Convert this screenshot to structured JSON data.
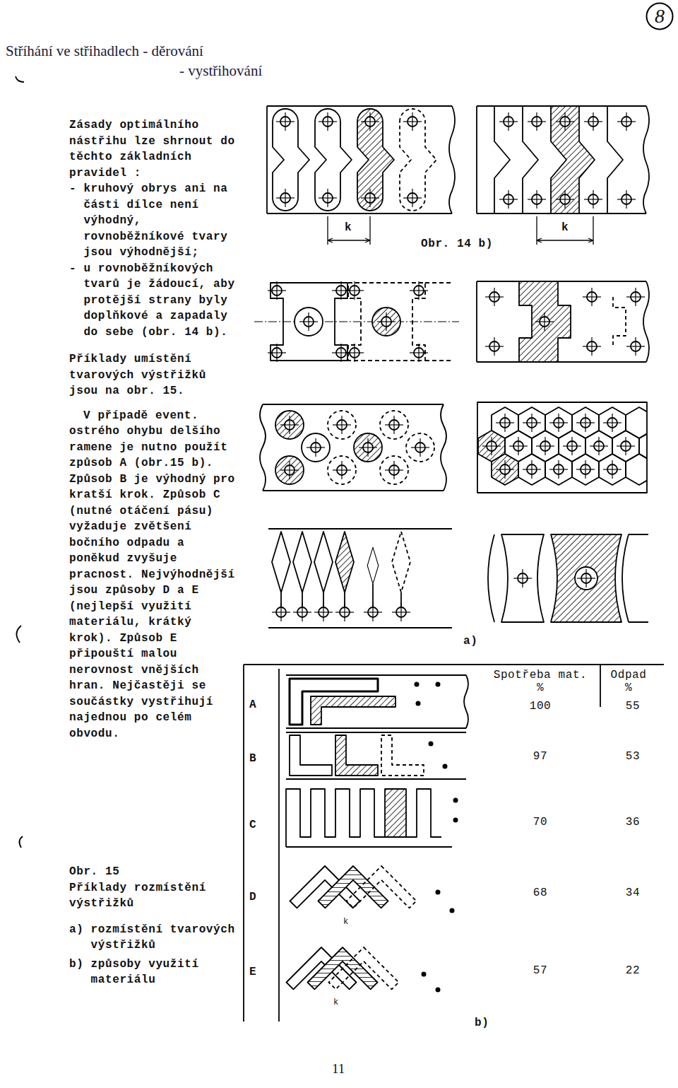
{
  "diagram": {
    "title": "Stříhání ve střihadlech - děrování - vystřihování",
    "caption": "Obr. 15",
    "nodes": [
      {
        "text": [
          "8"
        ]
      }
    ],
    "labels": [
      "Zásady optimálního nástřihu lze shrnout do těchto základních pravidel :",
      "- kruhový obrys ani na části dílce není výhodný, rovnoběžníkové tvary jsou výhodnější;",
      "- u rovnoběžníkových tvarů je žádoucí, aby protější strany byly doplňkové a zapadaly do sebe (obr. 14 b).",
      "Příklady umístění tvarových výstřižků jsou na obr. 15.",
      "V případě event. ostrého ohybu delšího ramene je nutno použít způsob A (obr.15 b). Způsob B je výhodný pro kratší krok. Způsob C (nutné otáčení pásu) vyžaduje zvětšení bočního odpadu a poněkud zvyšuje pracnost. Nejvýhodnější jsou způsoby D a E (nejlepší využití materiálu, krátký krok). Způsob E připouští malou nerovnost vnějších hran. Nejčastěji se součástky vystřihují najednou po celém obvodu.",
      "k",
      "Obr. 14 b)",
      "k",
      "a)",
      "Spotřeba mat. %",
      "Odpad %",
      "A",
      "100",
      "55",
      "B",
      "97",
      "53",
      "C",
      "70",
      "36",
      "D",
      "68",
      "34",
      "E",
      "57",
      "22",
      "k",
      "k",
      "b)",
      "Příklady rozmístění výstřižků",
      "a) rozmístění tvarových výstřižků",
      "b) způsoby využití materiálu",
      "11"
    ]
  }
}
